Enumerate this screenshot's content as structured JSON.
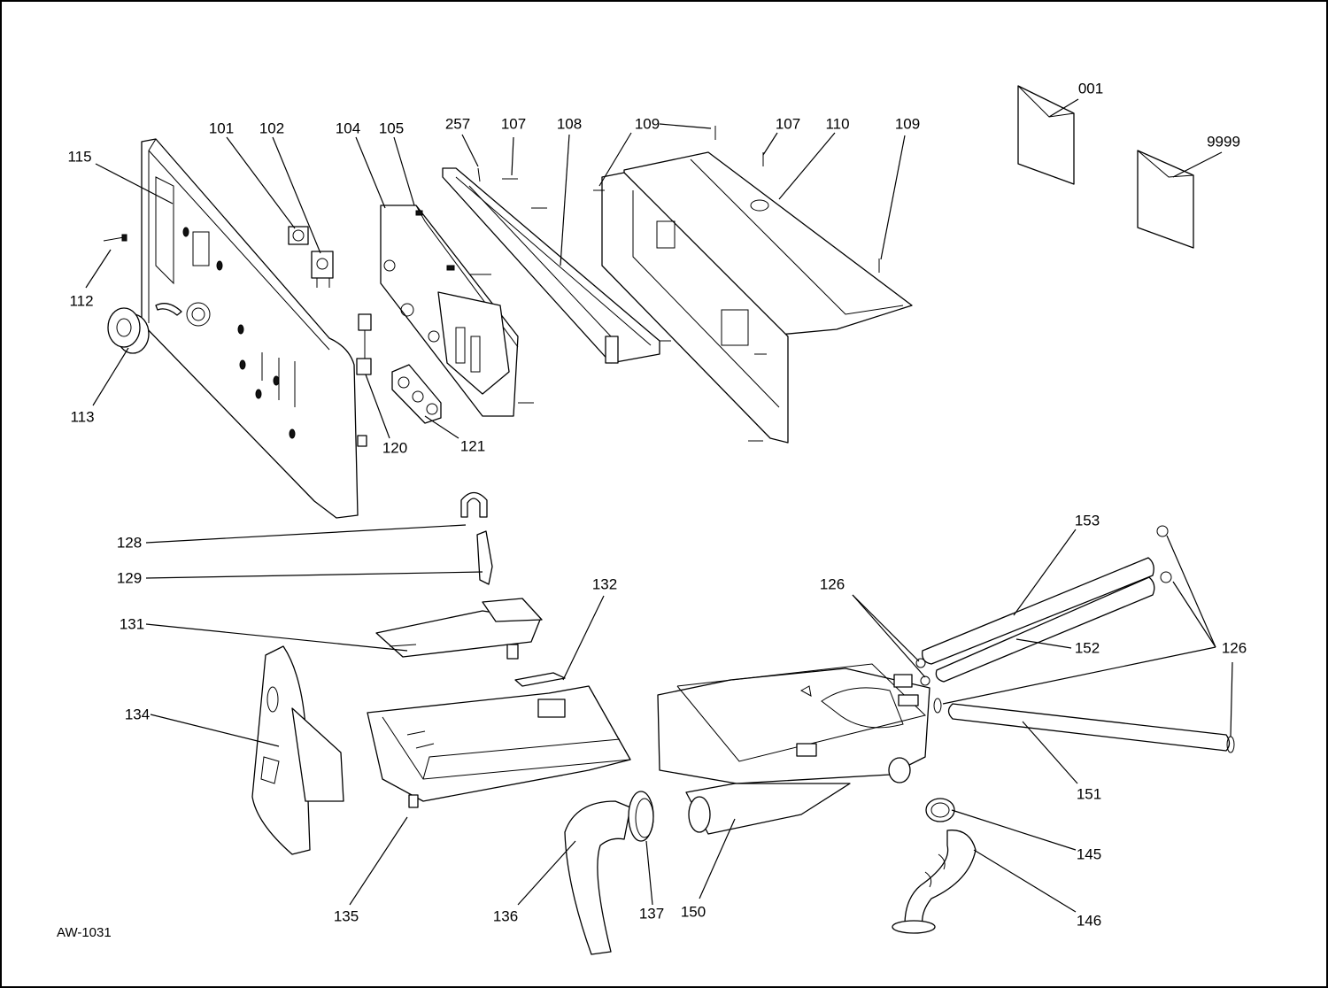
{
  "drawing": {
    "code": "AW-1031",
    "labels": {
      "l001": "001",
      "l9999": "9999",
      "l101": "101",
      "l102": "102",
      "l104": "104",
      "l105": "105",
      "l257": "257",
      "l107a": "107",
      "l108": "108",
      "l109a": "109",
      "l107b": "107",
      "l110": "110",
      "l109b": "109",
      "l115": "115",
      "l112": "112",
      "l113": "113",
      "l120": "120",
      "l121": "121",
      "l128": "128",
      "l129": "129",
      "l131": "131",
      "l132": "132",
      "l134": "134",
      "l135": "135",
      "l136": "136",
      "l137": "137",
      "l150": "150",
      "l153": "153",
      "l152": "152",
      "l126a": "126",
      "l126b": "126",
      "l151": "151",
      "l145": "145",
      "l146": "146"
    }
  }
}
